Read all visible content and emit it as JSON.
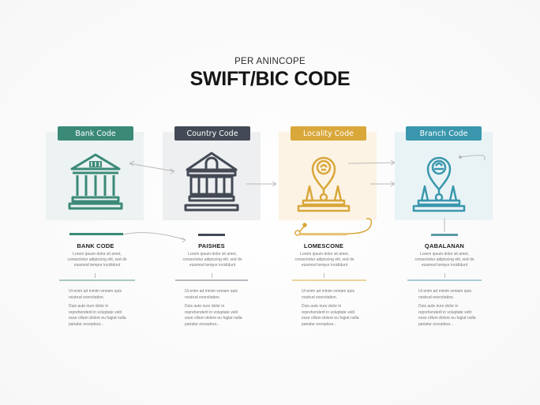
{
  "header": {
    "subtitle": "PER ANINCOPE",
    "title": "SWIFT/BIC CODE"
  },
  "colors": {
    "bank": "#3b8a78",
    "country": "#434a55",
    "locality": "#d9a73a",
    "branch": "#3a97ad",
    "bank_bg": "#ecf3f2",
    "country_bg": "#eeeff1",
    "locality_bg": "#fcf3e4",
    "branch_bg": "#e9f3f6"
  },
  "steps": [
    {
      "badge": "Bank Code",
      "icon": "bank-building-icon",
      "label": "BANK CODE",
      "desc": "Lorem ipsum dolor sit amet, consectetur adipiscing elit, sed do eiusmod tempor incididunt",
      "body_lead": "Ut enim ad minim veniam quis nostrud exercitation.",
      "body": "Duis aute irure dolor in reprehenderit in voluptate velit esse cillum dolore eu fugiat nulla pariatur excepteur..."
    },
    {
      "badge": "Country Code",
      "icon": "government-building-icon",
      "label": "PAISHES",
      "desc": "Lorem ipsum dolor sit amet, consectetur adipiscing elit, sed do eiusmod tempor incididunt",
      "body_lead": "Ut enim ad minim veniam quis nostrud exercitation.",
      "body": "Duis aute irure dolor in reprehenderit in voluptate velit esse cillum dolore eu fugiat nulla pariatur excepteur..."
    },
    {
      "badge": "Locality Code",
      "icon": "location-pin-icon",
      "label": "LOMESCONE",
      "desc": "Lorem ipsum dolor sit amet, consectetur adipiscing elit, sed do eiusmod tempor incididunt",
      "body_lead": "Ut enim ad minim veniam quis nostrud exercitation.",
      "body": "Duis aute irure dolor in reprehenderit in voluptate velit esse cillum dolore eu fugiat nulla pariatur excepteur..."
    },
    {
      "badge": "Branch Code",
      "icon": "branch-pin-icon",
      "label": "QABALANAN",
      "desc": "Lorem ipsum dolor sit amet, consectetur adipiscing elit, sed do eiusmod tempor incididunt",
      "body_lead": "Ut enim ad minim veniam quis nostrud exercitation.",
      "body": "Duis aute irure dolor in reprehenderit in voluptate velit esse cillum dolore eu fugiat nulla pariatur excepteur..."
    }
  ]
}
